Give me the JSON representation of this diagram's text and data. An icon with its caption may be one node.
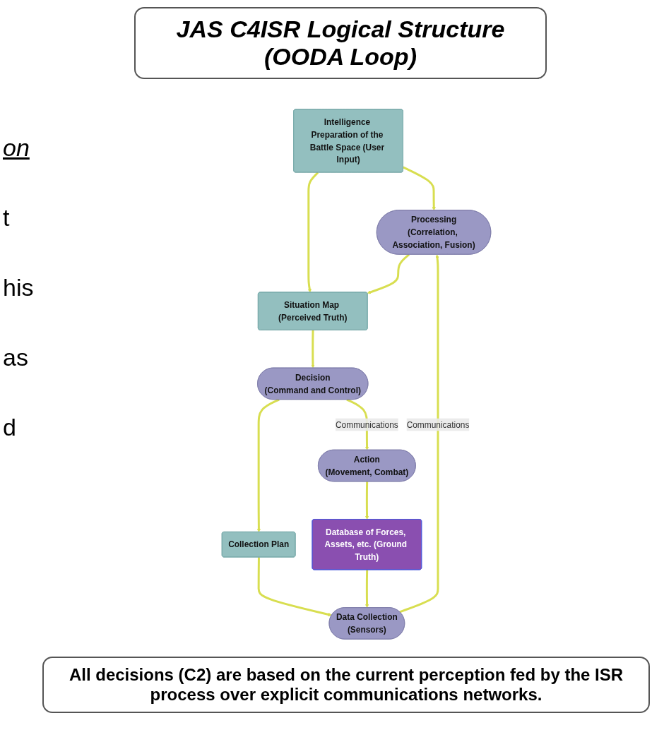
{
  "diagram": {
    "title": "JAS C4ISR Logical Structure (OODA Loop)",
    "caption": "All decisions (C2) are based on the current perception fed by the ISR process over explicit communications networks.",
    "nodes": [
      {
        "text": [
          "Processing",
          "(Correlation, Association, Fusion)"
        ]
      },
      {
        "text": [
          "Situation Map (Perceived Truth)"
        ]
      },
      {
        "text": [
          "Decision",
          "(Command and Control)"
        ]
      },
      {
        "text": [
          "Intelligence Preparation of the Battle Space (User Input)"
        ]
      },
      {
        "text": [
          "Collection Plan"
        ]
      },
      {
        "text": [
          "Data Collection",
          "(Sensors)"
        ]
      },
      {
        "text": [
          "Database of Forces, Assets, etc. (Ground Truth)"
        ]
      },
      {
        "text": [
          "Action",
          "(Movement, Combat)"
        ]
      }
    ],
    "edges": [
      {
        "from": 0,
        "to": 1,
        "arrow": "to"
      },
      {
        "from": 1,
        "to": 2,
        "arrow": "to"
      },
      {
        "from": 3,
        "to": 1,
        "arrow": "to"
      },
      {
        "from": 3,
        "to": 0,
        "arrow": "to"
      },
      {
        "from": 2,
        "to": 4,
        "arrow": "to"
      },
      {
        "from": 2,
        "to": 7,
        "arrow": "to",
        "label": "Communications"
      },
      {
        "from": 4,
        "to": 5,
        "arrow": "to"
      },
      {
        "from": 7,
        "to": 6,
        "arrow": "to"
      },
      {
        "from": 6,
        "to": 5,
        "arrow": "to"
      },
      {
        "from": 5,
        "to": 0,
        "arrow": "to",
        "label": "Communications"
      }
    ],
    "labels": [
      "on",
      "t",
      "his",
      "as",
      "d"
    ]
  }
}
